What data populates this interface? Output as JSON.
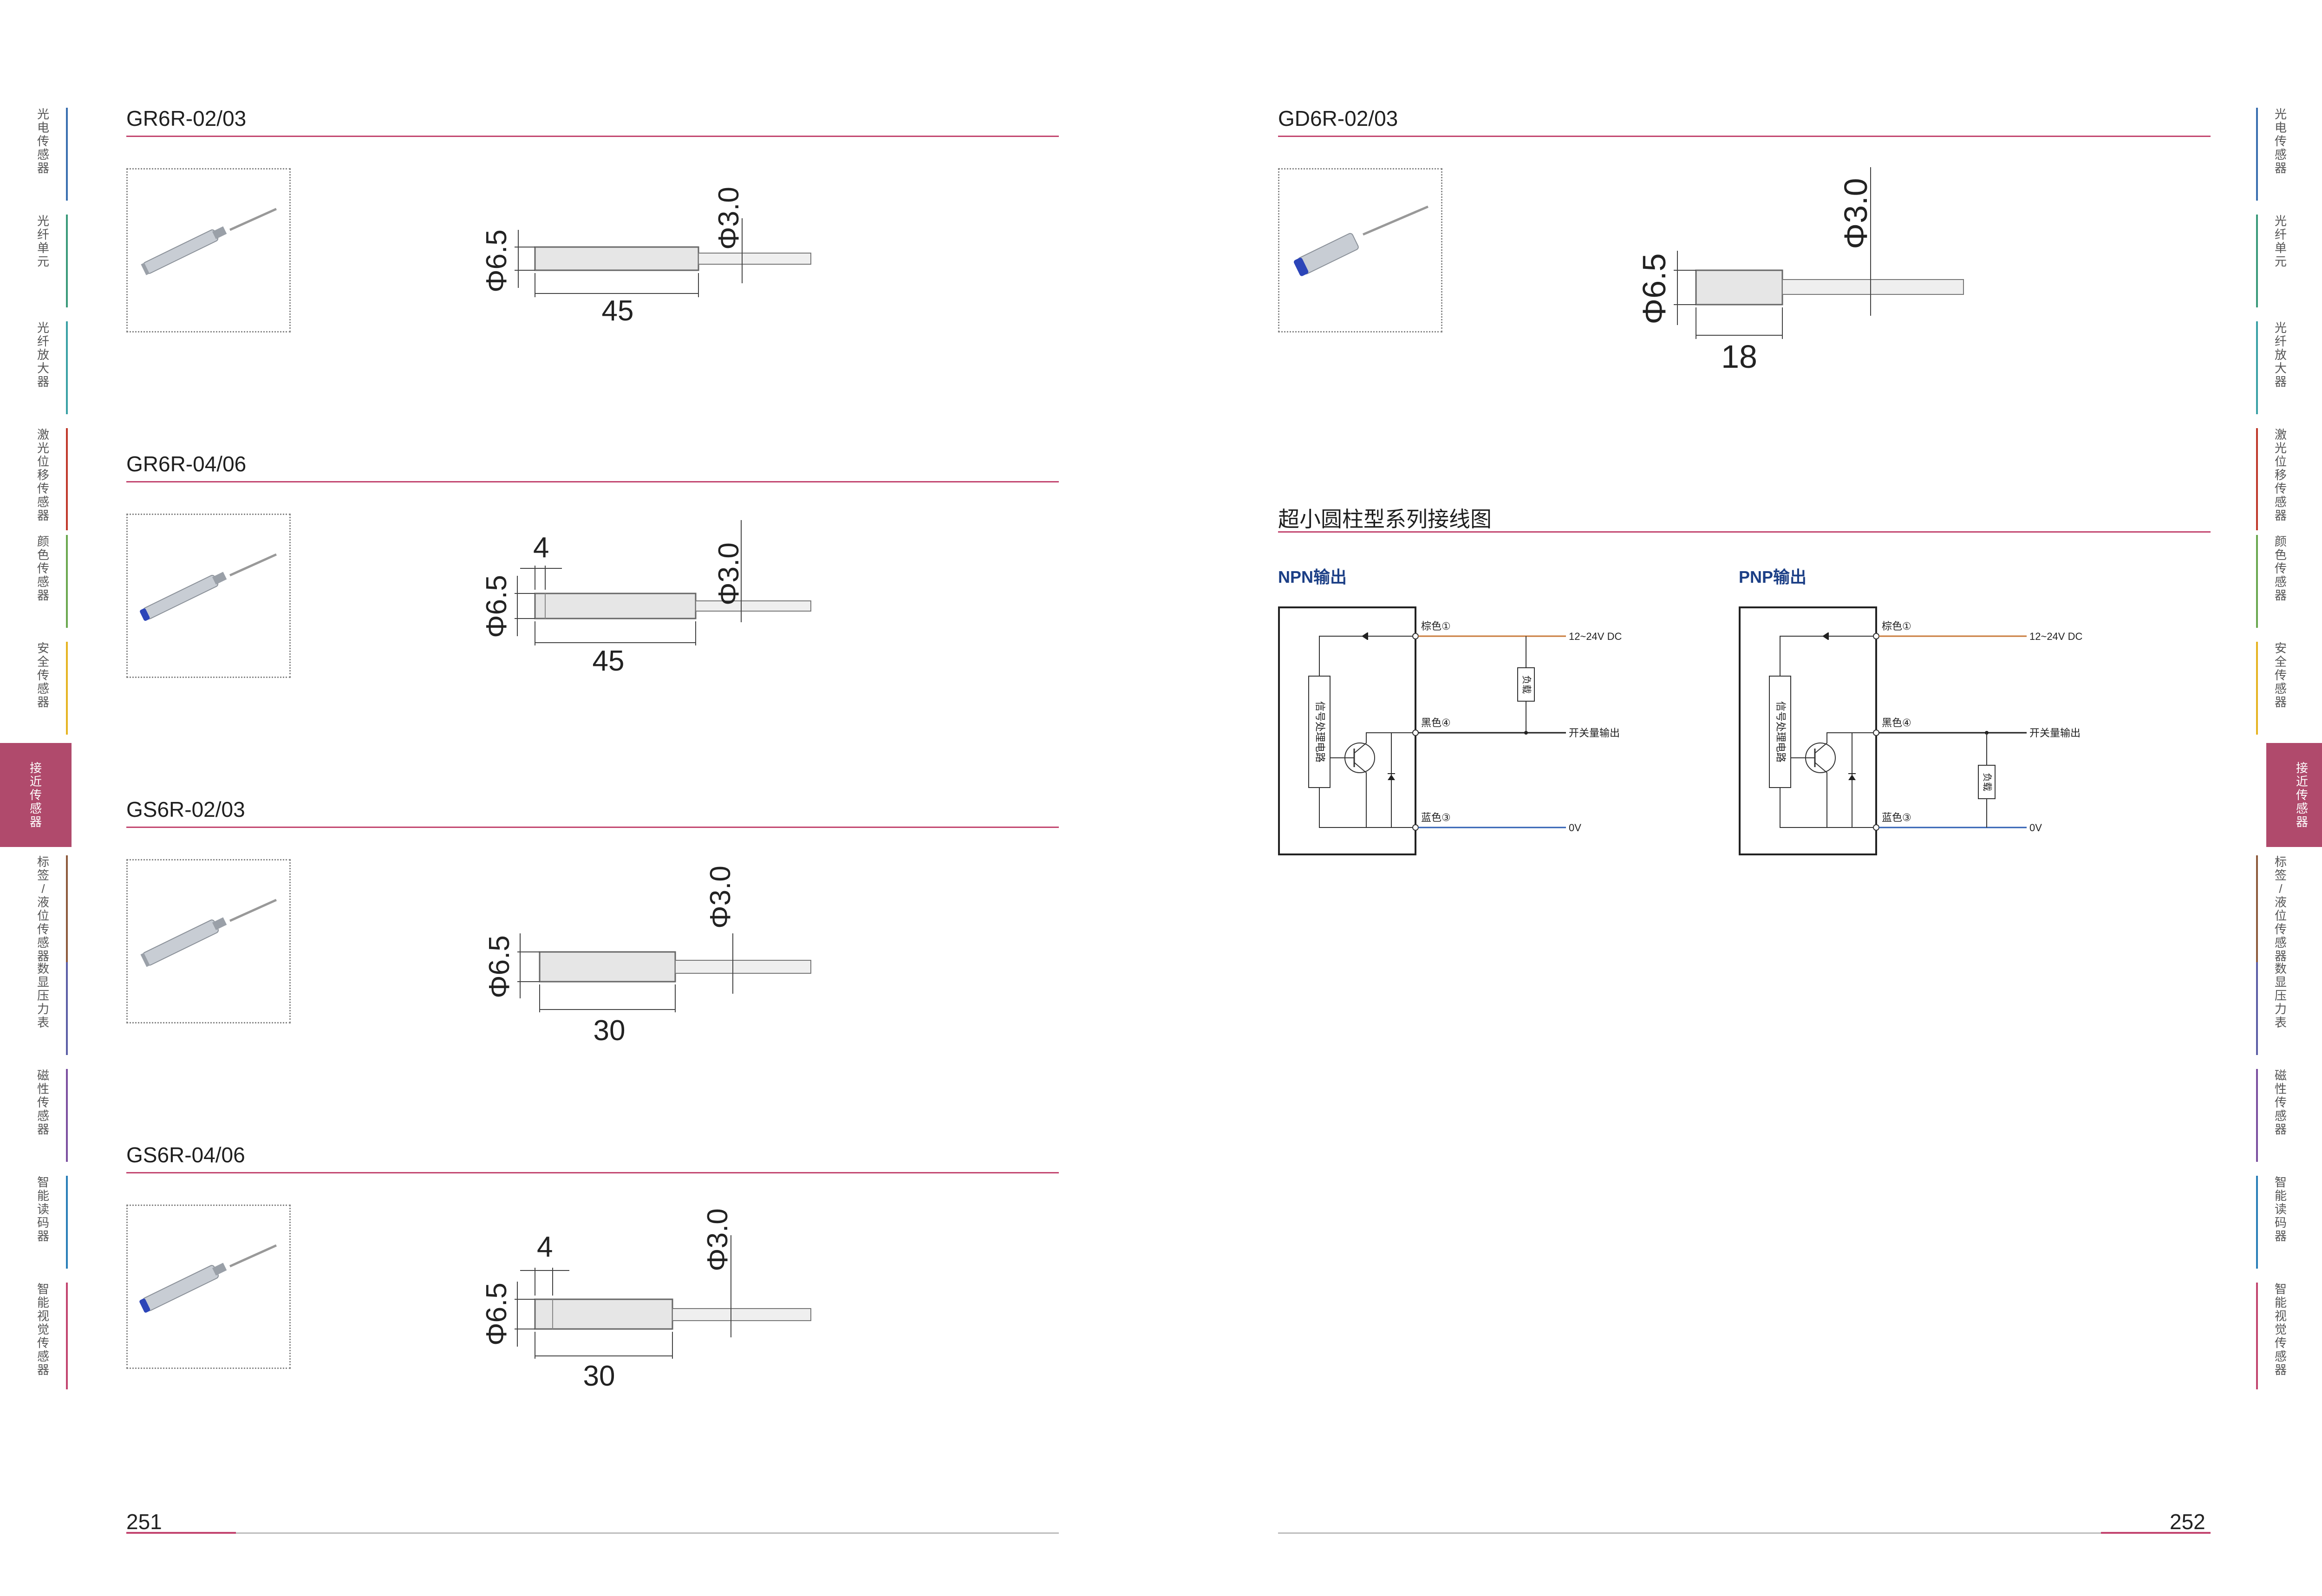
{
  "side_tabs": [
    {
      "label": "光电传感器",
      "color": "#3a6fb0",
      "active": false
    },
    {
      "label": "光纤单元",
      "color": "#3a9a7a",
      "active": false
    },
    {
      "label": "光纤放大器",
      "color": "#3aa1a5",
      "active": false
    },
    {
      "label": "激光位移传感器",
      "color": "#c0392b",
      "active": false
    },
    {
      "label": "颜色传感器",
      "color": "#6aa84f",
      "active": false
    },
    {
      "label": "安全传感器",
      "color": "#e6b422",
      "active": false
    },
    {
      "label": "接近传感器",
      "color": "#b04a6c",
      "active": true
    },
    {
      "label": "标签/液位传感器",
      "color": "#8e5a3c",
      "active": false
    },
    {
      "label": "数显压力表",
      "color": "#5b5ea6",
      "active": false
    },
    {
      "label": "磁性传感器",
      "color": "#7b4fa0",
      "active": false
    },
    {
      "label": "智能读码器",
      "color": "#2a7fb8",
      "active": false
    },
    {
      "label": "智能视觉传感器",
      "color": "#c2456f",
      "active": false
    }
  ],
  "left_page": {
    "sections": [
      {
        "title": "GR6R-02/03",
        "dia": "Φ6.5",
        "cable": "Φ3.0",
        "length": "45",
        "extra": ""
      },
      {
        "title": "GR6R-04/06",
        "dia": "Φ6.5",
        "cable": "Φ3.0",
        "length": "45",
        "extra": "4"
      },
      {
        "title": "GS6R-02/03",
        "dia": "Φ6.5",
        "cable": "Φ3.0",
        "length": "30",
        "extra": ""
      },
      {
        "title": "GS6R-04/06",
        "dia": "Φ6.5",
        "cable": "Φ3.0",
        "length": "30",
        "extra": "4"
      }
    ],
    "page_number": "251"
  },
  "right_page": {
    "section": {
      "title": "GD6R-02/03",
      "dia": "Φ6.5",
      "cable": "Φ3.0",
      "length": "18"
    },
    "wiring": {
      "title": "超小圆柱型系列接线图",
      "npn": {
        "title": "NPN输出",
        "circuit_label": "信号处理电路",
        "brown": "棕色①",
        "black": "黑色④",
        "blue": "蓝色③",
        "supply": "12~24V DC",
        "output": "开关量输出",
        "zero": "0V",
        "load": "负载"
      },
      "pnp": {
        "title": "PNP输出",
        "circuit_label": "信号处理电路",
        "brown": "棕色①",
        "black": "黑色④",
        "blue": "蓝色③",
        "supply": "12~24V DC",
        "output": "开关量输出",
        "zero": "0V",
        "load": "负载"
      },
      "wire_colors": {
        "brown": "#c87a3a",
        "blue": "#2f5fb3",
        "black": "#222222"
      }
    },
    "page_number": "252"
  }
}
